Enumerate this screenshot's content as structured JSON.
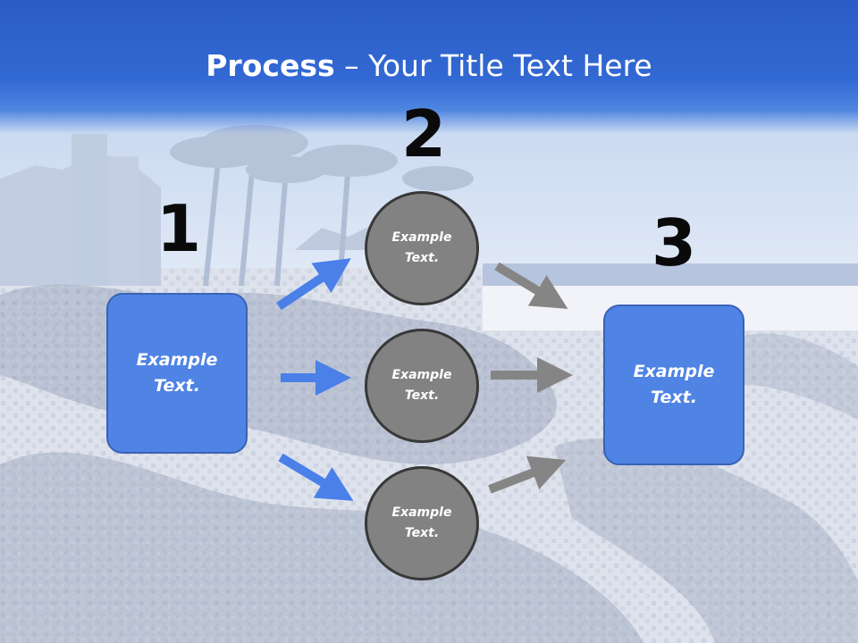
{
  "title": {
    "bold": "Process",
    "rest": " – Your Title Text Here"
  },
  "steps": {
    "one": "1",
    "two": "2",
    "three": "3"
  },
  "left_box": {
    "text": "Example Text."
  },
  "right_box": {
    "text": "Example Text."
  },
  "circles": [
    {
      "text": "Example Text."
    },
    {
      "text": "Example Text."
    },
    {
      "text": "Example Text."
    }
  ],
  "colors": {
    "blue_arrow": "#4a80e8",
    "gray_arrow": "#858585",
    "box": "#4f83e4",
    "circle": "#828282"
  }
}
